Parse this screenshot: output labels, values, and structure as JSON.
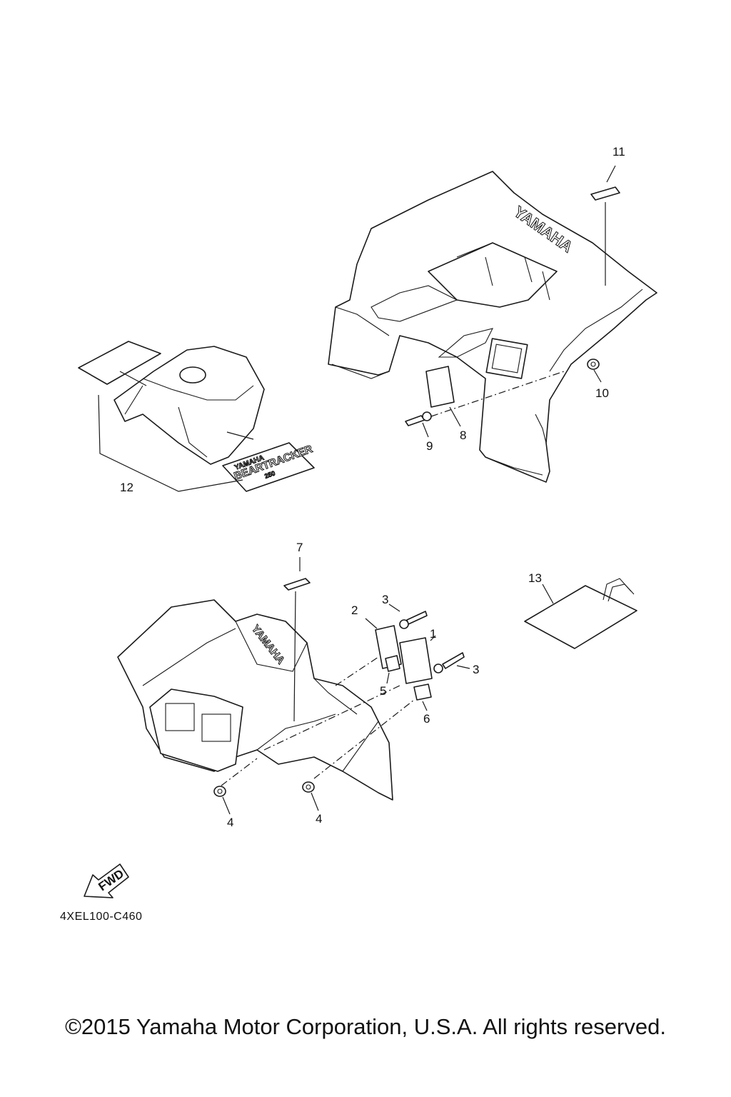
{
  "callouts": {
    "c1": "1",
    "c2": "2",
    "c3a": "3",
    "c3b": "3",
    "c4a": "4",
    "c4b": "4",
    "c5": "5",
    "c6": "6",
    "c7": "7",
    "c8": "8",
    "c9": "9",
    "c10": "10",
    "c11": "11",
    "c12": "12",
    "c13": "13"
  },
  "emblems": {
    "rear_fender_logo": "YAMAHA",
    "front_fender_logo": "YAMAHA",
    "decal_brand": "YAMAHA",
    "decal_model": "BEARTRACKER",
    "decal_number": "250"
  },
  "fwd_label": "FWD",
  "diagram_code": "4XEL100-C460",
  "copyright": "©2015 Yamaha Motor Corporation, U.S.A. All rights reserved."
}
